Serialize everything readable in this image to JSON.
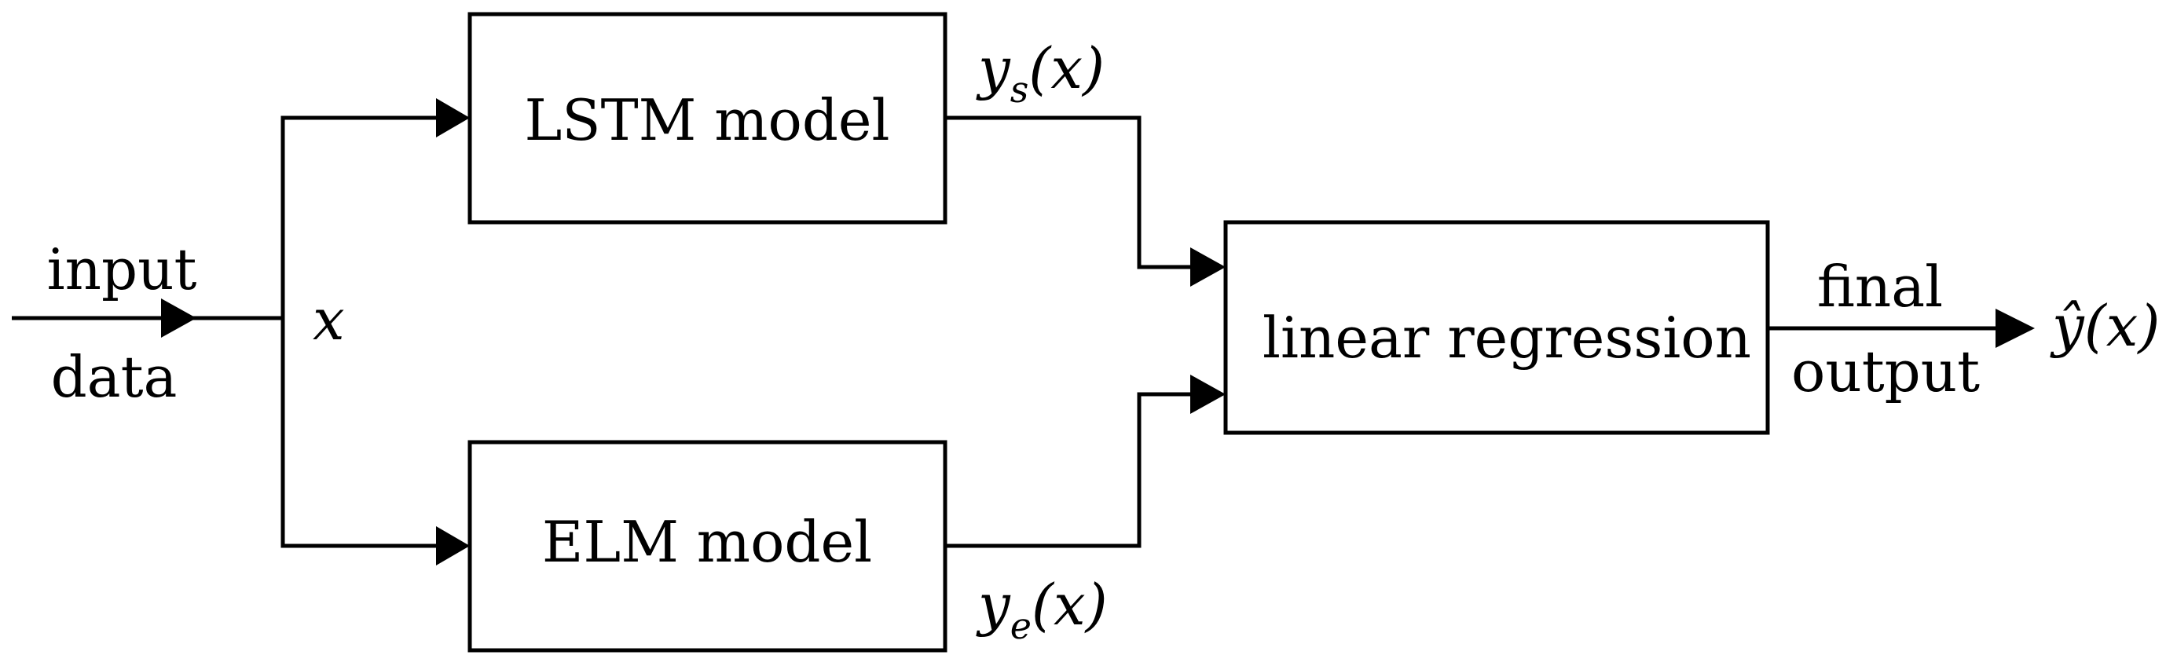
{
  "diagram": {
    "blocks": {
      "lstm": "LSTM model",
      "elm": "ELM model",
      "linear_regression": "linear regression"
    },
    "input_label": {
      "line1": "input",
      "line2": "data"
    },
    "input_variable": "x",
    "lstm_output": {
      "var": "y",
      "sub": "s",
      "arg": "(x)"
    },
    "elm_output": {
      "var": "y",
      "sub": "e",
      "arg": "(x)"
    },
    "final_label": {
      "line1": "final",
      "line2": "output"
    },
    "final_output": {
      "var": "ŷ",
      "arg": "(x)"
    }
  }
}
